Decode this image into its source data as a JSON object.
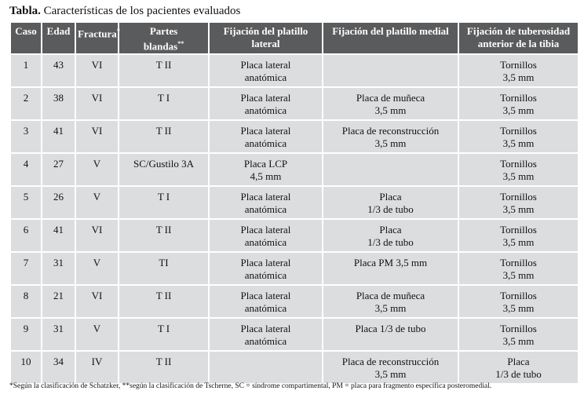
{
  "title": {
    "bold": "Tabla.",
    "text": " Características de los pacientes evaluados"
  },
  "headers": [
    {
      "l1": "Caso",
      "l2": "",
      "sup": ""
    },
    {
      "l1": "Edad",
      "l2": "",
      "sup": ""
    },
    {
      "l1": "Fractura",
      "l2": "",
      "sup": "*"
    },
    {
      "l1": "Partes",
      "l2": "blandas",
      "sup": "**"
    },
    {
      "l1": "Fijación del platillo",
      "l2": "lateral",
      "sup": ""
    },
    {
      "l1": "Fijación del platillo medial",
      "l2": "",
      "sup": ""
    },
    {
      "l1": "Fijación de tuberosidad",
      "l2": "anterior de la tibia",
      "sup": ""
    }
  ],
  "rows": [
    [
      [
        "1"
      ],
      [
        "43"
      ],
      [
        "VI"
      ],
      [
        "T II"
      ],
      [
        "Placa lateral",
        "anatómica"
      ],
      [
        ""
      ],
      [
        "Tornillos",
        "3,5 mm"
      ]
    ],
    [
      [
        "2"
      ],
      [
        "38"
      ],
      [
        "VI"
      ],
      [
        "T I"
      ],
      [
        "Placa lateral",
        "anatómica"
      ],
      [
        "Placa de muñeca",
        "3,5 mm"
      ],
      [
        "Tornillos",
        "3,5 mm"
      ]
    ],
    [
      [
        "3"
      ],
      [
        "41"
      ],
      [
        "VI"
      ],
      [
        "T II"
      ],
      [
        "Placa lateral",
        "anatómica"
      ],
      [
        "Placa de reconstrucción",
        "3,5 mm"
      ],
      [
        "Tornillos",
        "3,5 mm"
      ]
    ],
    [
      [
        "4"
      ],
      [
        "27"
      ],
      [
        "V"
      ],
      [
        "SC/Gustilo 3A"
      ],
      [
        "Placa LCP",
        "4,5 mm"
      ],
      [
        ""
      ],
      [
        "Tornillos",
        "3,5 mm"
      ]
    ],
    [
      [
        "5"
      ],
      [
        "26"
      ],
      [
        "V"
      ],
      [
        "T I"
      ],
      [
        "Placa lateral",
        "anatómica"
      ],
      [
        "Placa",
        "1/3 de tubo"
      ],
      [
        "Tornillos",
        "3,5 mm"
      ]
    ],
    [
      [
        "6"
      ],
      [
        "41"
      ],
      [
        "VI"
      ],
      [
        "T II"
      ],
      [
        "Placa lateral",
        "anatómica"
      ],
      [
        "Placa",
        "1/3 de tubo"
      ],
      [
        "Tornillos",
        "3,5 mm"
      ]
    ],
    [
      [
        "7"
      ],
      [
        "31"
      ],
      [
        "V"
      ],
      [
        "TI"
      ],
      [
        "Placa lateral",
        "anatómica"
      ],
      [
        "Placa PM 3,5 mm"
      ],
      [
        "Tornillos",
        "3,5 mm"
      ]
    ],
    [
      [
        "8"
      ],
      [
        "21"
      ],
      [
        "VI"
      ],
      [
        "T II"
      ],
      [
        "Placa lateral",
        "anatómica"
      ],
      [
        "Placa de muñeca",
        "3,5 mm"
      ],
      [
        "Tornillos",
        "3,5 mm"
      ]
    ],
    [
      [
        "9"
      ],
      [
        "31"
      ],
      [
        "V"
      ],
      [
        "T I"
      ],
      [
        "Placa lateral",
        "anatómica"
      ],
      [
        "Placa 1/3 de tubo"
      ],
      [
        "Tornillos",
        "3,5 mm"
      ]
    ],
    [
      [
        "10"
      ],
      [
        "34"
      ],
      [
        "IV"
      ],
      [
        "T II"
      ],
      [
        ""
      ],
      [
        "Placa de reconstrucción",
        "3,5 mm"
      ],
      [
        "Placa",
        "1/3 de tubo"
      ]
    ]
  ],
  "footnote": "*Según la clasificación de Schatzker, **según la clasificación de Tscherne, SC = síndrome compartimental, PM = placa para fragmento específica posteromedial.",
  "colors": {
    "header_bg": "#5a5b5d",
    "row_bg": "#dcdddf"
  }
}
